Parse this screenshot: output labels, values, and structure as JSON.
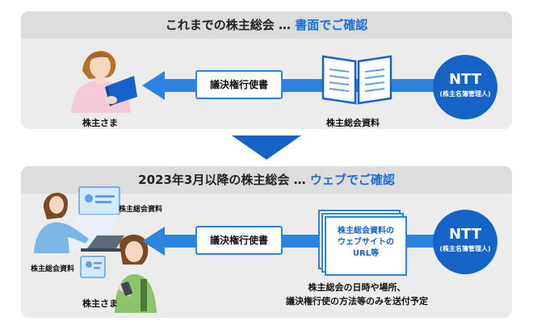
{
  "top": {
    "title_prefix": "これまでの株主総会 … ",
    "title_highlight": "書面でご確認",
    "shareholder_label": "株主さま",
    "proxy_label": "議決権行使書",
    "materials_label": "株主総会資料",
    "ntt_name": "NTT",
    "ntt_role": "(株主名簿管理人)"
  },
  "bottom": {
    "title_prefix": "2023年3月以降の株主総会 … ",
    "title_highlight": "ウェブでご確認",
    "screen_label_1": "株主総会資料",
    "screen_label_2": "株主総会資料",
    "shareholder_label": "株主さま",
    "proxy_label": "議決権行使書",
    "doc_line_1": "株主総会資料の",
    "doc_line_2": "ウェブサイトの",
    "doc_line_3": "URL等",
    "note_line_1": "株主総会の日時や場所、",
    "note_line_2": "議決権行使の方法等のみを送付予定",
    "ntt_name": "NTT",
    "ntt_role": "(株主名簿管理人)"
  },
  "colors": {
    "accent": "#1b6fd6",
    "ntt": "#1663c7",
    "arrow": "#2d84e0",
    "panel": "#ececec"
  }
}
